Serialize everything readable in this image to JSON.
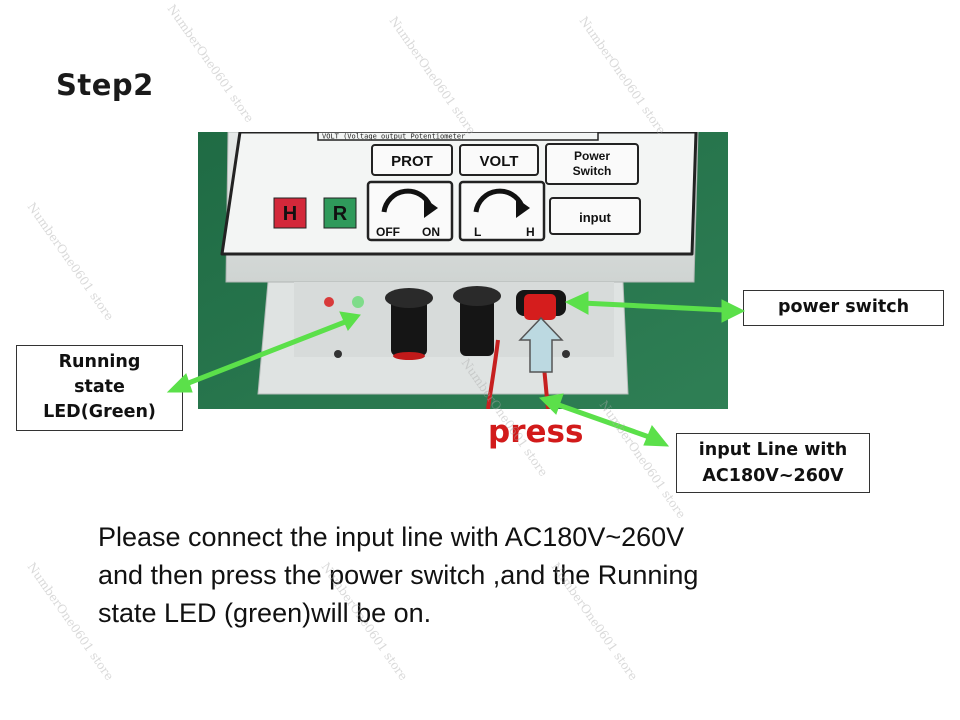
{
  "title": "Step2",
  "photo": {
    "panel_header": "VOLT (Voltage output Potentiometer",
    "buttons": {
      "prot": "PROT",
      "volt": "VOLT",
      "power_line1": "Power",
      "power_line2": "Switch",
      "input": "input"
    },
    "indicators": {
      "h": "H",
      "r": "R"
    },
    "knob_labels": {
      "off": "OFF",
      "on": "ON",
      "low": "L",
      "high": "H"
    }
  },
  "callouts": {
    "led_line1": "Running",
    "led_line2": "state",
    "led_line3": "LED(Green)",
    "power": "power switch",
    "input_line1": "input Line with",
    "input_line2": "AC180V~260V"
  },
  "press_label": "press",
  "instructions": [
    "Please connect the input line with AC180V~260V",
    "and then press the power switch ,and the Running",
    "state LED (green)will be on."
  ],
  "watermark": "NumberOne0601 store",
  "colors": {
    "arrow": "#5be04a",
    "press": "#d21a1a",
    "photo_bg": "#24734a",
    "panel": "#ecefee",
    "red_indicator": "#d3283a",
    "green_indicator": "#2f9a5b",
    "up_arrow": "#bcd9e1"
  }
}
